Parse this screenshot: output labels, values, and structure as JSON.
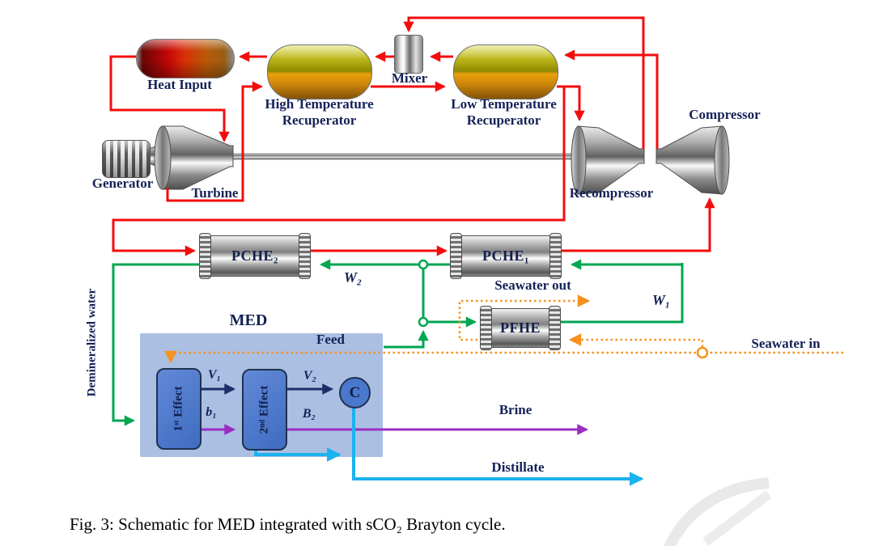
{
  "caption": "Fig. 3: Schematic for MED integrated with sCO₂ Brayton cycle.",
  "components": {
    "heat_input": "Heat Input",
    "high_temp_recuperator": "High Temperature Recuperator",
    "low_temp_recuperator": "Low Temperature Recuperator",
    "mixer": "Mixer",
    "compressor": "Compressor",
    "recompressor": "Recompressor",
    "generator": "Generator",
    "turbine": "Turbine",
    "pche2": "PCHE₂",
    "pche1": "PCHE₁",
    "pfhe": "PFHE",
    "med": "MED",
    "effect1": "1ˢᵗ Effect",
    "effect2": "2ⁿᵈ Effect",
    "condenser": "C"
  },
  "streams": {
    "w2": "W₂",
    "w1": "W₁",
    "seawater_out": "Seawater out",
    "seawater_in": "Seawater in",
    "feed": "Feed",
    "demineralized_water": "Demineralized water",
    "v1": "V₁",
    "v2": "V₂",
    "b1": "b₁",
    "b2": "B₂",
    "brine": "Brine",
    "distillate": "Distillate"
  },
  "legend_colors": {
    "sco2_cycle": "#f20d0d",
    "water_loop": "#00a651",
    "seawater": "#f6921e",
    "vapor": "#1f2d6b",
    "brine": "#992fc2",
    "distillate": "#1ab2ee"
  }
}
